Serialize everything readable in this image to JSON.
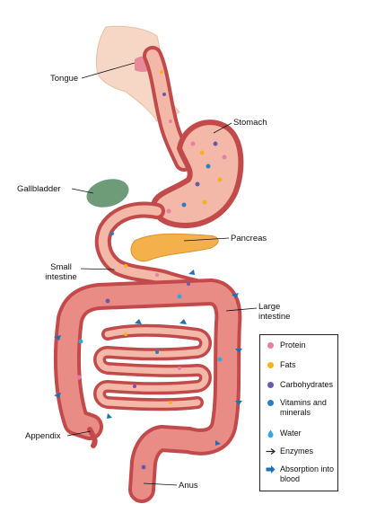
{
  "labels": {
    "tongue": "Tongue",
    "stomach": "Stomach",
    "gallbladder": "Gallbladder",
    "pancreas": "Pancreas",
    "small_intestine_1": "Small",
    "small_intestine_2": "intestine",
    "large_intestine_1": "Large",
    "large_intestine_2": "intestine",
    "appendix": "Appendix",
    "anus": "Anus"
  },
  "legend": [
    {
      "key": "protein",
      "label": "Protein",
      "color": "#e87ea4"
    },
    {
      "key": "fats",
      "label": "Fats",
      "color": "#f5b31b"
    },
    {
      "key": "carbohydrates",
      "label": "Carbohydrates",
      "color": "#6b5aa8"
    },
    {
      "key": "vitamins",
      "label": "Vitamins and minerals",
      "color": "#2b7fc2"
    },
    {
      "key": "water",
      "label": "Water",
      "color": "#35a6de"
    },
    {
      "key": "enzymes",
      "label": "Enzymes",
      "icon": "enzyme-arrow-icon"
    },
    {
      "key": "absorption",
      "label": "Absorption into blood",
      "icon": "absorption-arrow-icon",
      "color": "#1f6fb8"
    }
  ],
  "colors": {
    "tract_fill": "#e07a7a",
    "tract_outline": "#c24a4a",
    "tract_lumen": "#f3b8a8",
    "skin": "#f6d6c4",
    "gallbladder": "#6f9c78",
    "pancreas": "#f4b04b",
    "absorption_arrow": "#1f6fb8"
  }
}
